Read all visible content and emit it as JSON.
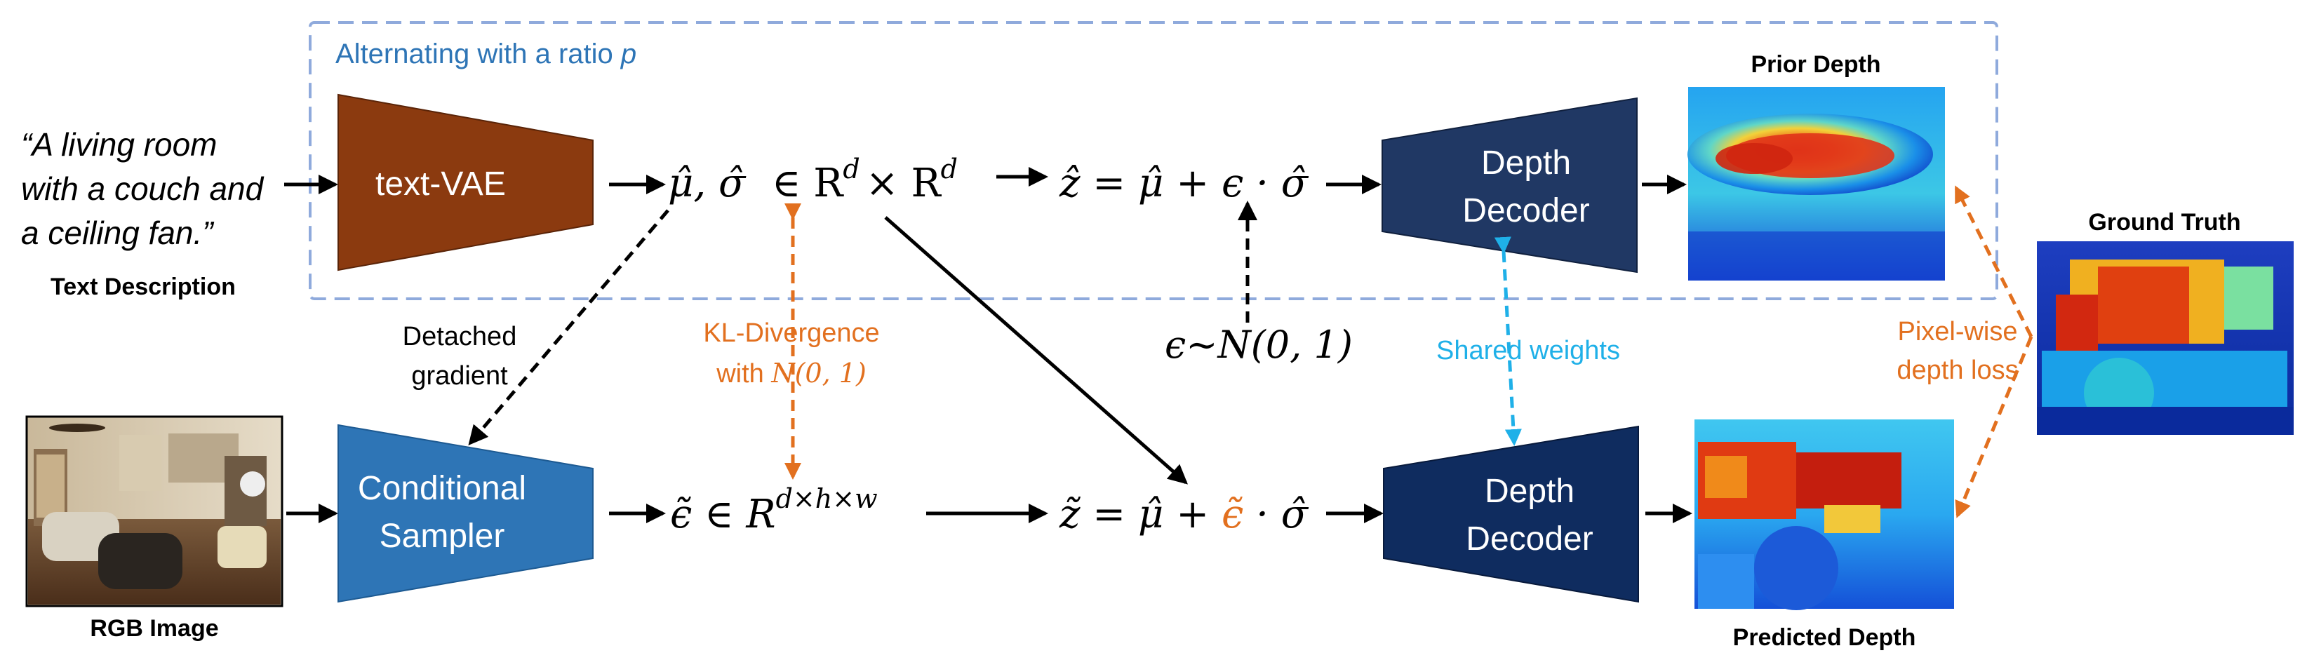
{
  "diagram": {
    "ratio_caption": "Alternating with a ratio",
    "ratio_var": "p",
    "text_quote_lines": [
      "“A living room",
      "with a couch and",
      "a ceiling fan.”"
    ],
    "text_caption": "Text Description",
    "rgb_caption": "RGB Image",
    "text_vae_label": "text-VAE",
    "sampler_label_lines": [
      "Conditional",
      "Sampler"
    ],
    "decoder_label_lines": [
      "Depth",
      "Decoder"
    ],
    "detached_lines": [
      "Detached",
      "gradient"
    ],
    "kl_line1": "KL-Divergence",
    "kl_line2_prefix": "with ",
    "kl_line2_math": "N(0, 1)",
    "shared_weights": "Shared weights",
    "pixel_loss_lines": [
      "Pixel-wise",
      "depth loss"
    ],
    "prior_depth_caption": "Prior Depth",
    "ground_truth_caption": "Ground Truth",
    "predicted_depth_caption": "Predicted Depth",
    "eq_mu_sigma": "μ̂, σ̂",
    "eq_space_top": "∈ R",
    "eq_sup_d": "d",
    "eq_times": "× R",
    "eq_z_top": "ẑ = μ̂ + ϵ · σ̂",
    "eq_noise": "ϵ∼N(0, 1)",
    "eq_eps_bottom": "ϵ̃ ∈ R",
    "eq_sup_dhw": "d×h×w",
    "eq_z_bottom_a": "z̃ = μ̂ + ",
    "eq_z_bottom_eps": "ϵ̃",
    "eq_z_bottom_b": " · σ̂"
  },
  "colors": {
    "text_vae": "#8B3A0F",
    "sampler": "#2E75B6",
    "decoder_top": "#203864",
    "decoder_bottom": "#0F2C5F",
    "dashed_box": "#8FAADC",
    "orange": "#E2701F",
    "cyan": "#1FB0E8",
    "caption_blue": "#2E75B6"
  }
}
